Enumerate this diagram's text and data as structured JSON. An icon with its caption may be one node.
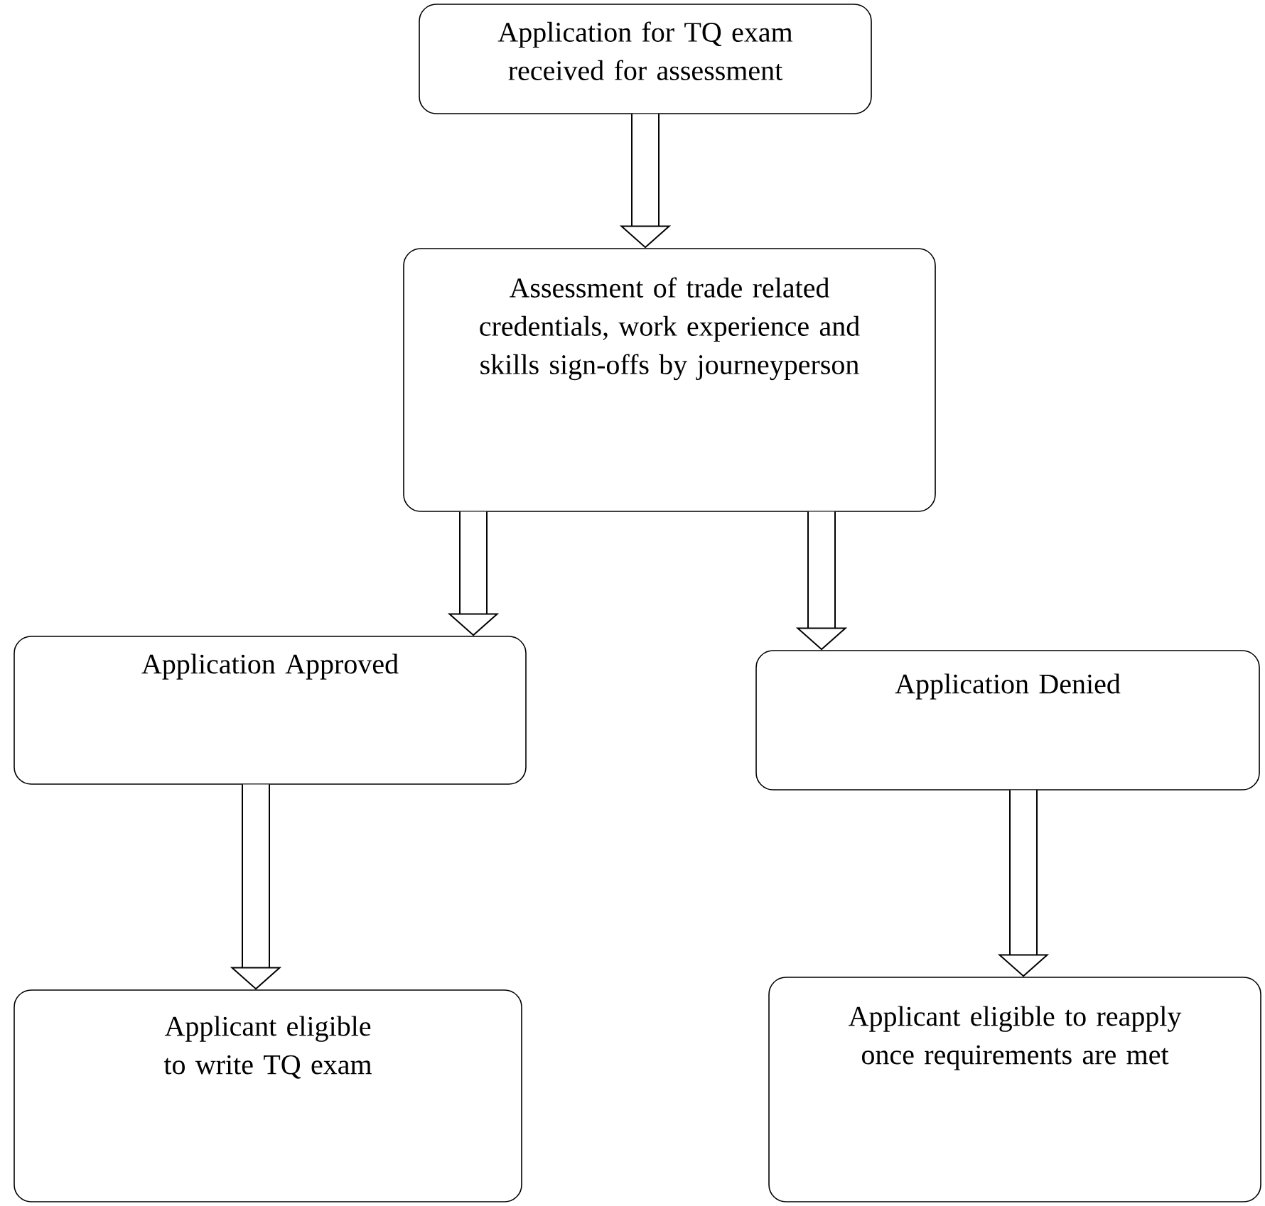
{
  "diagram": {
    "nodes": [
      {
        "text": [
          "Application for TQ exam received for assessment"
        ]
      },
      {
        "text": [
          "Assessment of trade related credentials, work experience and skills sign-offs by journeyperson"
        ]
      },
      {
        "text": [
          "Application Approved"
        ]
      },
      {
        "text": [
          "Application Denied"
        ]
      },
      {
        "text": [
          "Applicant eligible to write TQ exam"
        ]
      },
      {
        "text": [
          "Applicant eligible to reapply once requirements are met"
        ]
      }
    ],
    "edges": [
      {
        "from": 0,
        "to": 1,
        "arrow": "to"
      },
      {
        "from": 1,
        "to": 2,
        "arrow": "to"
      },
      {
        "from": 1,
        "to": 3,
        "arrow": "to"
      },
      {
        "from": 2,
        "to": 4,
        "arrow": "to"
      },
      {
        "from": 3,
        "to": 5,
        "arrow": "to"
      }
    ]
  }
}
